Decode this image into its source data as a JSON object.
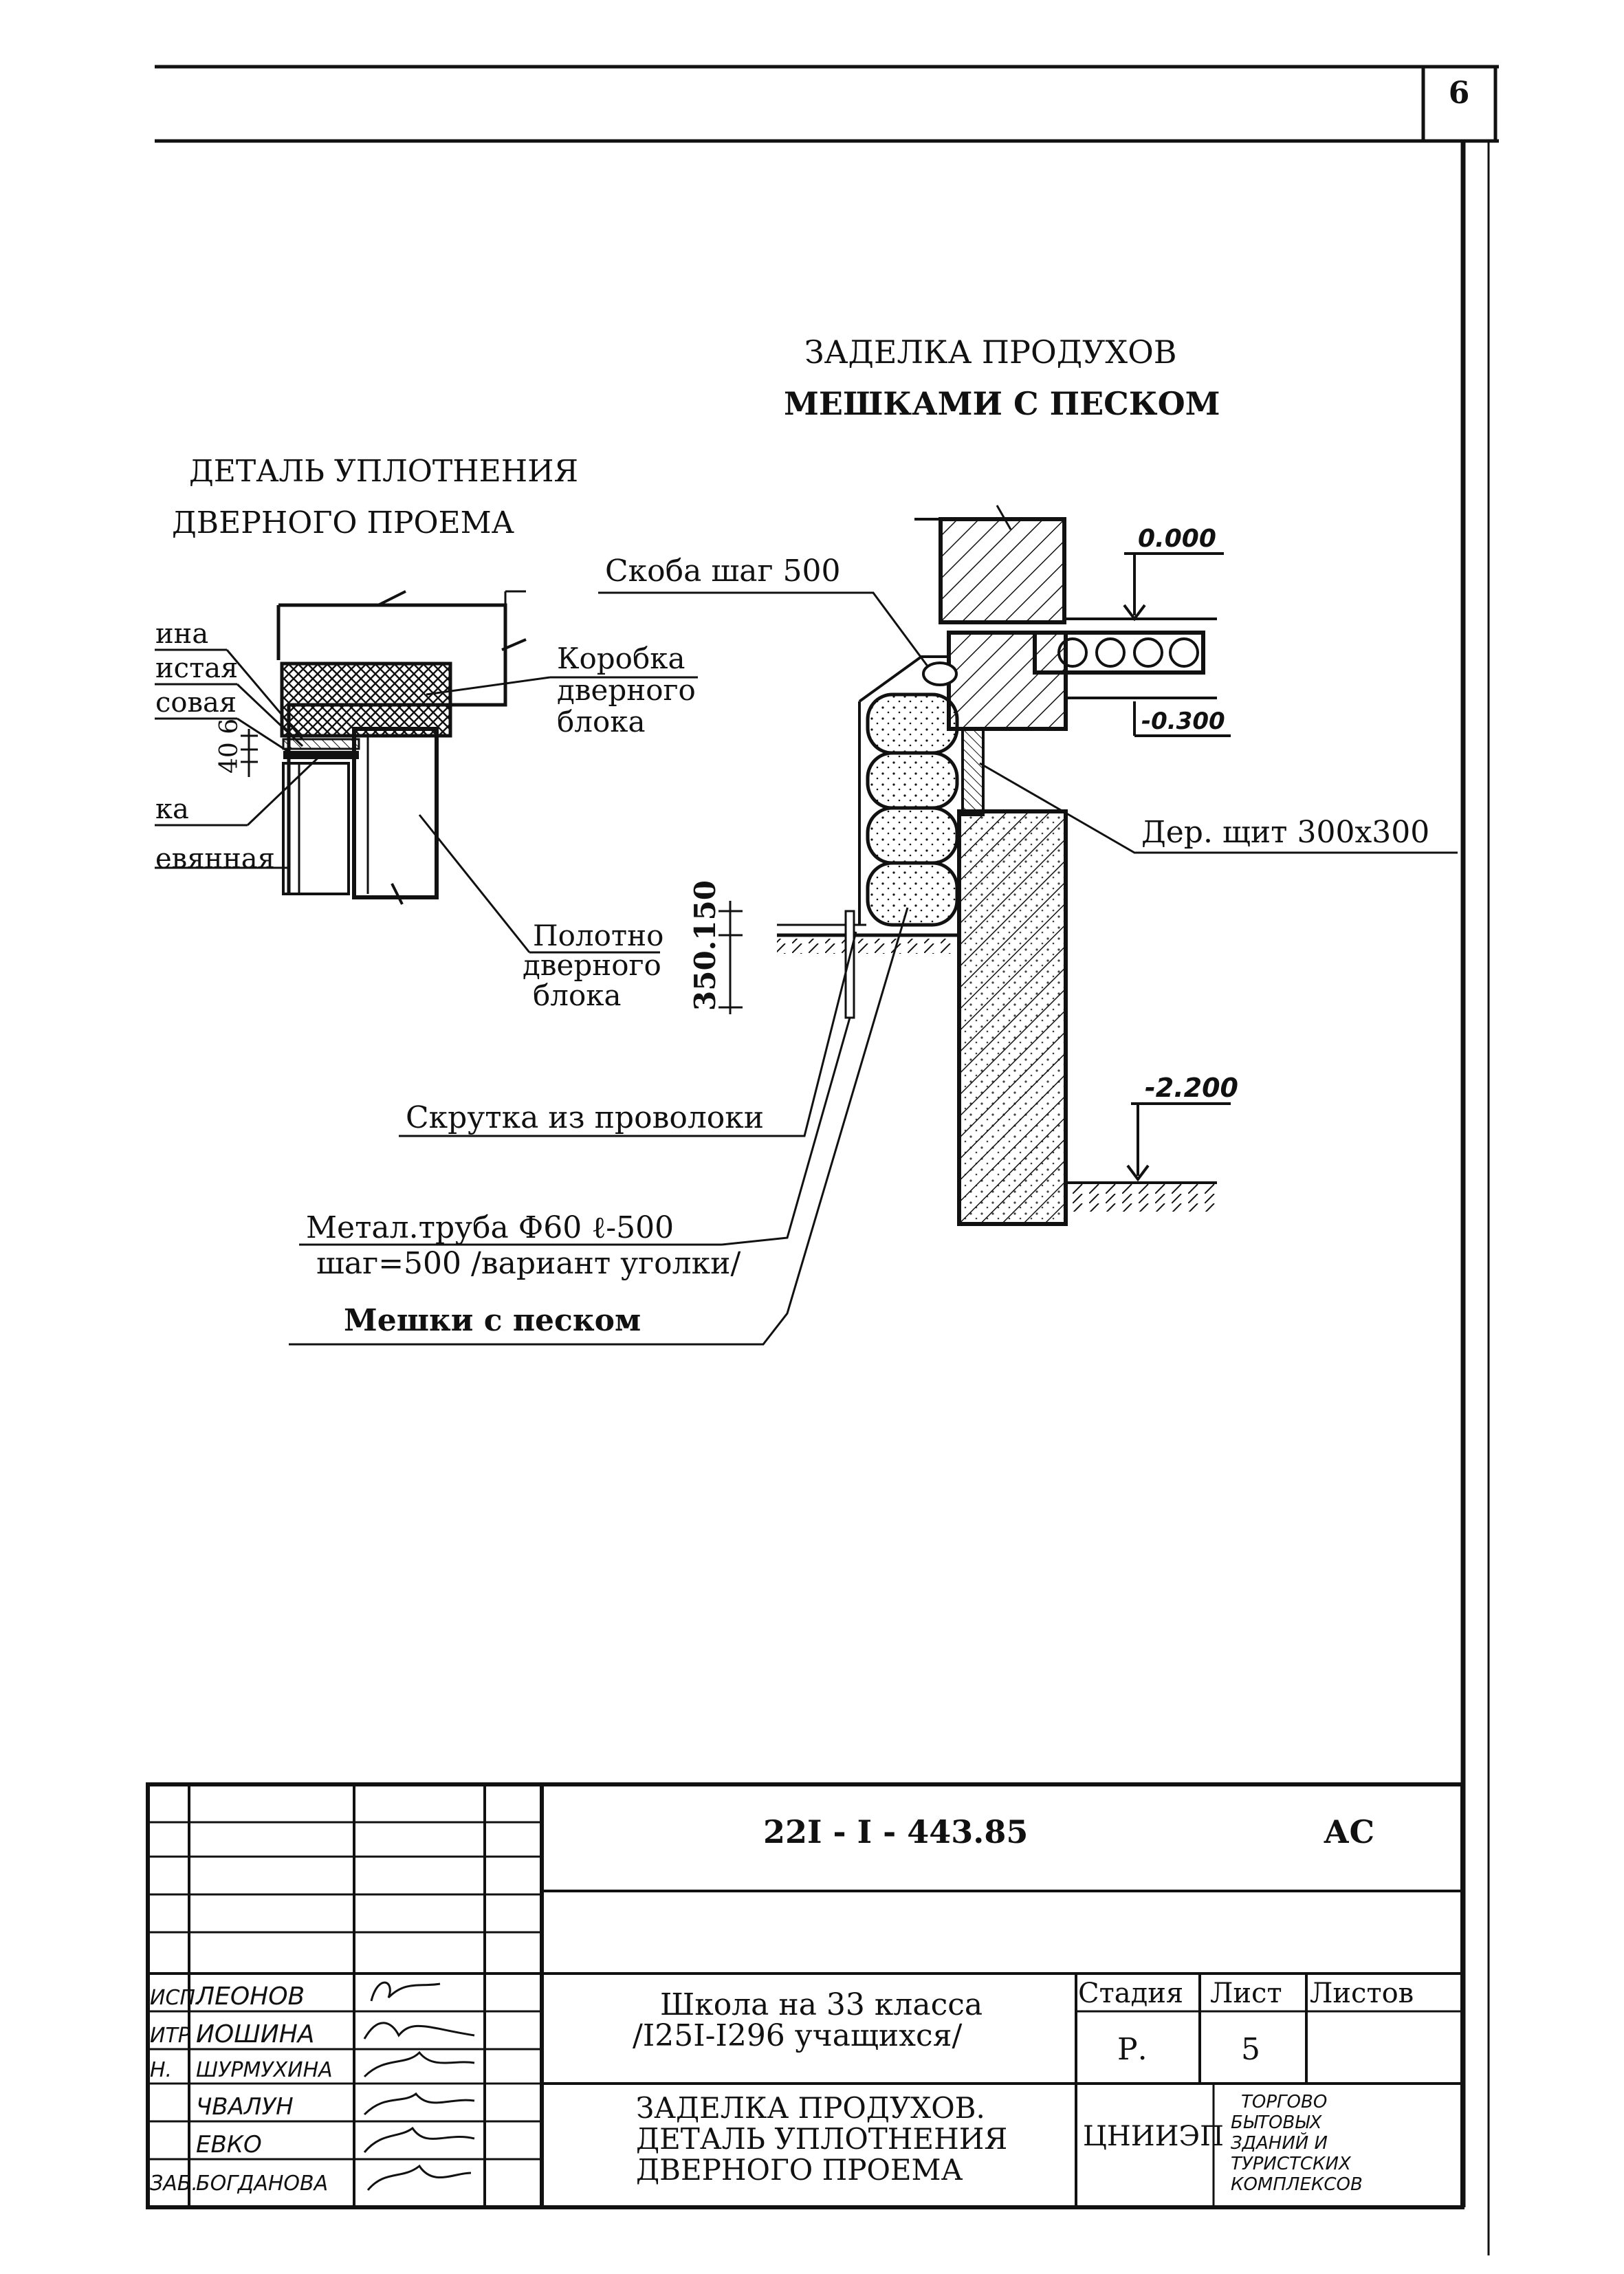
{
  "sheet": {
    "sheet_number": "6"
  },
  "left_detail": {
    "title_line1": "ДЕТАЛЬ УПЛОТНЕНИЯ",
    "title_line2": "ДВЕРНОГО ПРОЕМА",
    "cut_labels": [
      "ина",
      "истая",
      "совая",
      "ка",
      "евянная"
    ],
    "dim_text": "40 6",
    "label_box_frame": [
      "Коробка",
      "дверного",
      "блока"
    ],
    "label_door_leaf": [
      "Полотно",
      "дверного",
      "блока"
    ]
  },
  "right_detail": {
    "title_line1": "ЗАДЕЛКА ПРОДУХОВ",
    "title_line2": "МЕШКАМИ С ПЕСКОМ",
    "bracket": "Скоба шаг 500",
    "level_top": "0.000",
    "level_mid": "-0.300",
    "level_bottom": "-2.200",
    "wood_board": "Дер. щит 300x300",
    "dim_vertical": "350.150",
    "wire_twist": "Скрутка из проволоки",
    "pipe_line1": "Метал.труба Ф60 ℓ-500",
    "pipe_line2": "шаг=500 /вариант уголки/",
    "sandbags": "Мешки с песком"
  },
  "title_block": {
    "doc_code": "22I - I - 443.85",
    "doc_mark": "АС",
    "project_line1": "Школа на 33 класса",
    "project_line2": "/I25I-I296 учащихся/",
    "sheet_title_line1": "ЗАДЕЛКА ПРОДУХОВ.",
    "sheet_title_line2": "ДЕТАЛЬ УПЛОТНЕНИЯ",
    "sheet_title_line3": "ДВЕРНОГО ПРОЕМА",
    "stage_header": "Стадия",
    "sheet_header": "Лист",
    "sheets_header": "Листов",
    "stage_value": "Р.",
    "sheet_value": "5",
    "org_name": "ЦНИИЭП",
    "org_desc": [
      "ТОРГОВО",
      "БЫТОВЫХ",
      "ЗДАНИЙ И",
      "ТУРИСТСКИХ",
      "КОМПЛЕКСОВ"
    ],
    "roles": [
      "ИСП.",
      "ИТР",
      "Н.",
      "",
      "",
      "ЗАБ."
    ],
    "names": [
      "ЛЕОНОВ",
      "ИОШИНА",
      "ШУРМУХИНА",
      "ЧВАЛУН",
      "ЕВКО",
      "БОГДАНОВА"
    ]
  }
}
